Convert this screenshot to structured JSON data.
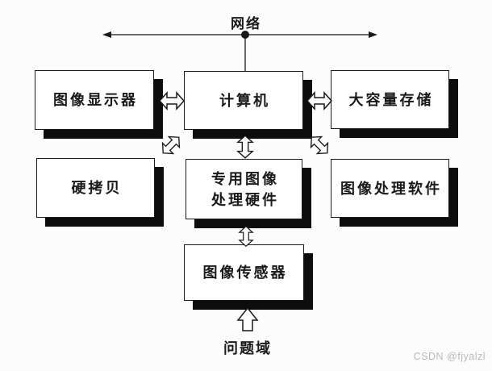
{
  "diagram": {
    "network_label": "网络",
    "problem_domain_label": "问题域",
    "nodes": {
      "display": {
        "label": "图像显示器"
      },
      "computer": {
        "label": "计算机"
      },
      "storage": {
        "label": "大容量存储"
      },
      "hardcopy": {
        "label": "硬拷贝"
      },
      "hardware": {
        "line1": "专用图像",
        "line2": "处理硬件"
      },
      "software": {
        "label": "图像处理软件"
      },
      "sensor": {
        "label": "图像传感器"
      }
    },
    "connections": [
      {
        "from": "网络",
        "to": "计算机",
        "style": "thin-line-with-bus"
      },
      {
        "from": "图像显示器",
        "to": "计算机",
        "style": "hollow-double-arrow"
      },
      {
        "from": "计算机",
        "to": "大容量存储",
        "style": "hollow-double-arrow"
      },
      {
        "from": "硬拷贝",
        "to": "计算机",
        "style": "hollow-double-arrow-diagonal"
      },
      {
        "from": "计算机",
        "to": "图像处理软件",
        "style": "hollow-double-arrow-diagonal"
      },
      {
        "from": "计算机",
        "to": "专用图像处理硬件",
        "style": "hollow-double-arrow"
      },
      {
        "from": "专用图像处理硬件",
        "to": "图像传感器",
        "style": "hollow-double-arrow"
      },
      {
        "from": "问题域",
        "to": "图像传感器",
        "style": "hollow-single-arrow-up"
      }
    ],
    "colors": {
      "ink": "#1a1a1a",
      "box_fill": "#fefefe",
      "shadow": "#0d0d0d",
      "background": "#fcfcfc",
      "watermark": "#b9b9b9"
    }
  },
  "watermark": {
    "text": "CSDN @fjyalzl"
  }
}
